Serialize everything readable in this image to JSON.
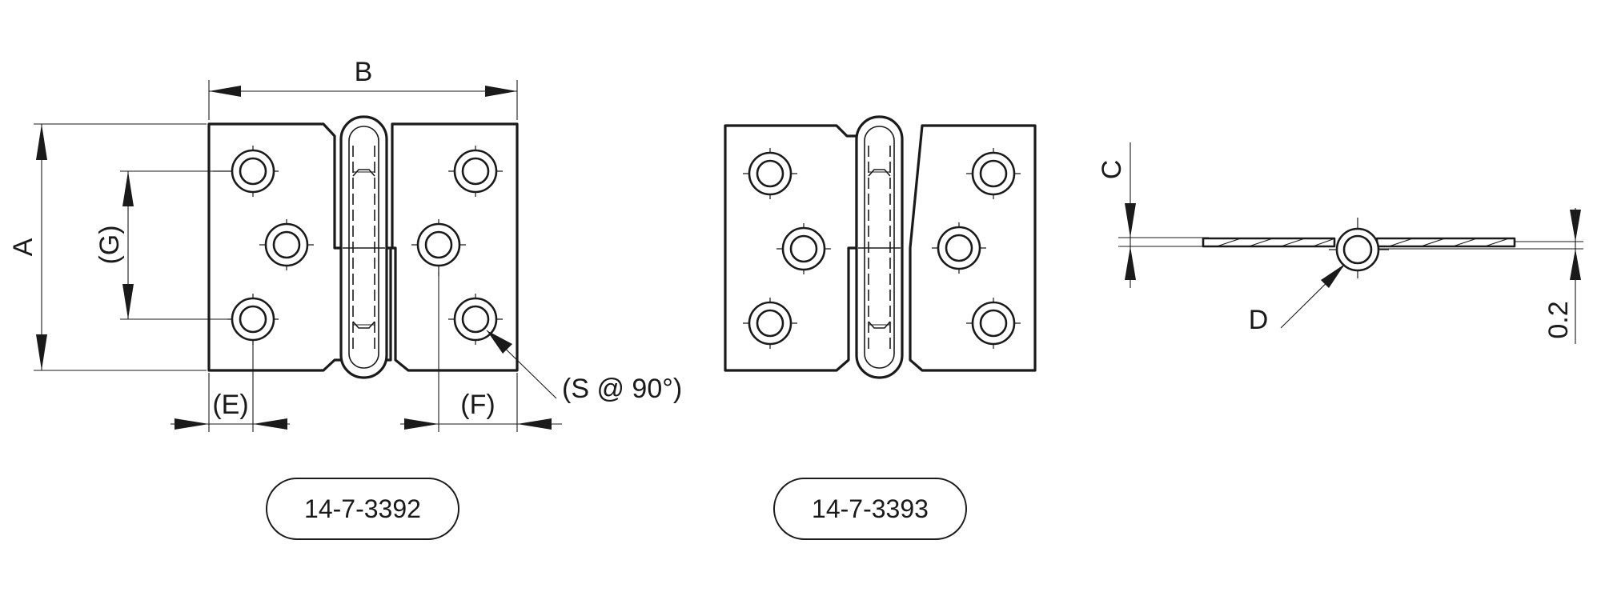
{
  "dimensions": {
    "A": "A",
    "B": "B",
    "C": "C",
    "D": "D",
    "E": "(E)",
    "F": "(F)",
    "G": "(G)",
    "S": "(S @ 90°)",
    "thickness_note": "0.2"
  },
  "part_numbers": {
    "left_variant": "14-7-3392",
    "right_variant": "14-7-3393"
  }
}
